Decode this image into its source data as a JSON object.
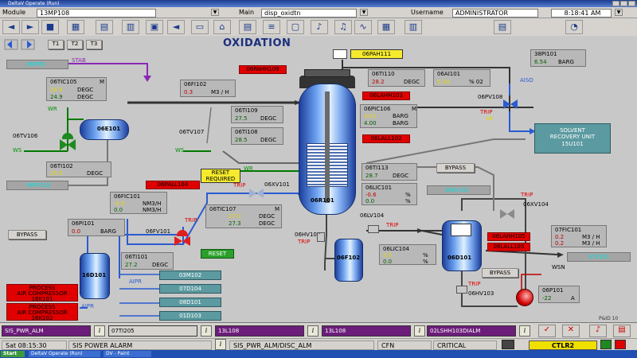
{
  "window": {
    "title": "DeltaV Operate (Run)"
  },
  "header": {
    "module_label": "Module",
    "module_value": "13MP108",
    "main_label": "Main",
    "main_value": "disp_oxidtn",
    "username_label": "Username",
    "username_value": "ADMINISTRATOR",
    "time": "8:18:41 AM"
  },
  "display": {
    "title": "OXIDATION",
    "footer_tag": "P&ID 10"
  },
  "tags": {
    "t06PI05": "06PI05",
    "stab": "STAB",
    "t06TIC105": "06TIC105",
    "m": "M",
    "tic105_v1": "24.9",
    "tic105_v2": "24.9",
    "degc": "DEGC",
    "t06FI102": "06FI102",
    "fi102_val": "0.3",
    "m3h": "M3 / H",
    "t06PAHH109": "06PAHH109",
    "wr1": "WR",
    "ws1": "WS",
    "t06TV106": "06TV106",
    "t06E101": "06E101",
    "t06TI109": "06TI109",
    "ti109_val": "27.5",
    "t06TV107": "06TV107",
    "ws2": "WS",
    "t06TI108": "06TI108",
    "ti108_val": "28.5",
    "t06TI102": "06TI102",
    "ti102_val": "25.0",
    "t06PF102": "06PF102",
    "t06PAH111": "06PAH111",
    "t06TI110": "06TI110",
    "ti110_val": "28.2",
    "t06AI101": "06AI101",
    "ai101_val": "5.24",
    "pct02": "% 02",
    "t06LAHH103": "06LAHH103",
    "t06PIC106": "06PIC106",
    "pic106_v1": "4.01",
    "pic106_v2": "4.00",
    "barg": "BARG",
    "t06LALL102": "06LALL102",
    "t38PI101": "38PI101",
    "pi101b_val": "6.54",
    "aiso": "AISO",
    "t06PV108": "06PV108",
    "trip": "TRIP",
    "pv108_val": "48",
    "solvent1": "SOLVENT",
    "solvent2": "RECOVERY UNIT",
    "solvent3": "15U101",
    "t06PALL104": "06PALL104",
    "reset_req1": "RESET",
    "reset_req2": "REQUIRED",
    "wr2": "WR",
    "t06XV101": "06XV101",
    "t06TI113": "06TI113",
    "ti113_val": "28.7",
    "bypass": "BYPASS",
    "t06LIC101": "06LIC101",
    "lic101_v1": "-0.6",
    "lic101_v2": "0.0",
    "pct": "%",
    "t06LV101": "06LV101",
    "t06FIC101": "06FIC101",
    "fic101_v1": "-4.0",
    "fic101_v2": "0.0",
    "nm3h": "NM3/H",
    "t06TIC107": "06TIC107",
    "tic107_v1": "27.3",
    "tic107_v2": "27.3",
    "t06R101": "06R101",
    "t06LV104": "06LV104",
    "t06PI101": "06PI101",
    "pi101_val": "0.0",
    "t06FV101": "06FV101",
    "reset": "RESET",
    "t06HV102": "06HV102",
    "t06F102": "06F102",
    "t06LIC104": "06LIC104",
    "lic104_v1": "0.0",
    "lic104_v2": "0.0",
    "t06XV104": "06XV104",
    "t06LAHH105": "06LAHH105",
    "t06LALL105": "06LALL105",
    "t06D101": "06D101",
    "t07FIC101": "07FIC101",
    "fic07_v1": "0.2",
    "fic07_v2": "0.2",
    "m3h2": "M3 / H",
    "t07E101": "07E101",
    "wsn": "WSN",
    "t06TI101": "06TI101",
    "ti101_val": "27.2",
    "t16D101": "16D101",
    "aipr": "AIPR",
    "t03M102": "03M102",
    "t07D104": "07D104",
    "t08D101": "08D101",
    "t01D103": "01D103",
    "comp1_l1": "PROCESS",
    "comp1_l2": "AIR COMPRESSOR",
    "comp1_l3": "16K101",
    "comp2_l1": "PROCESS",
    "comp2_l2": "AIR COMPRESSOR",
    "comp2_l3": "16K102",
    "t06HV103": "06HV103",
    "t06P101": "06P101",
    "p101_val": "-22",
    "amp": "A"
  },
  "alarms": {
    "a1": "SIS_PWR_ALM",
    "a2": "07TI205",
    "a3": "13L108",
    "a4": "13L108",
    "a5": "02LSHH103DIALM"
  },
  "status": {
    "datetime": "Sat 08:15:30",
    "msg": "SIS POWER ALARM",
    "tag": "SIS_PWR_ALM/DISC_ALM",
    "area": "CFN",
    "priority": "CRITICAL",
    "ctlr": "CTLR2"
  },
  "taskbar": {
    "start": "Start",
    "t1": "DeltaV Operate (Run)",
    "t2": "DV - Paint"
  },
  "colors": {
    "accent": "#1b3d8f",
    "alarm_red": "#e00000",
    "reset_green": "#2aa02a"
  }
}
